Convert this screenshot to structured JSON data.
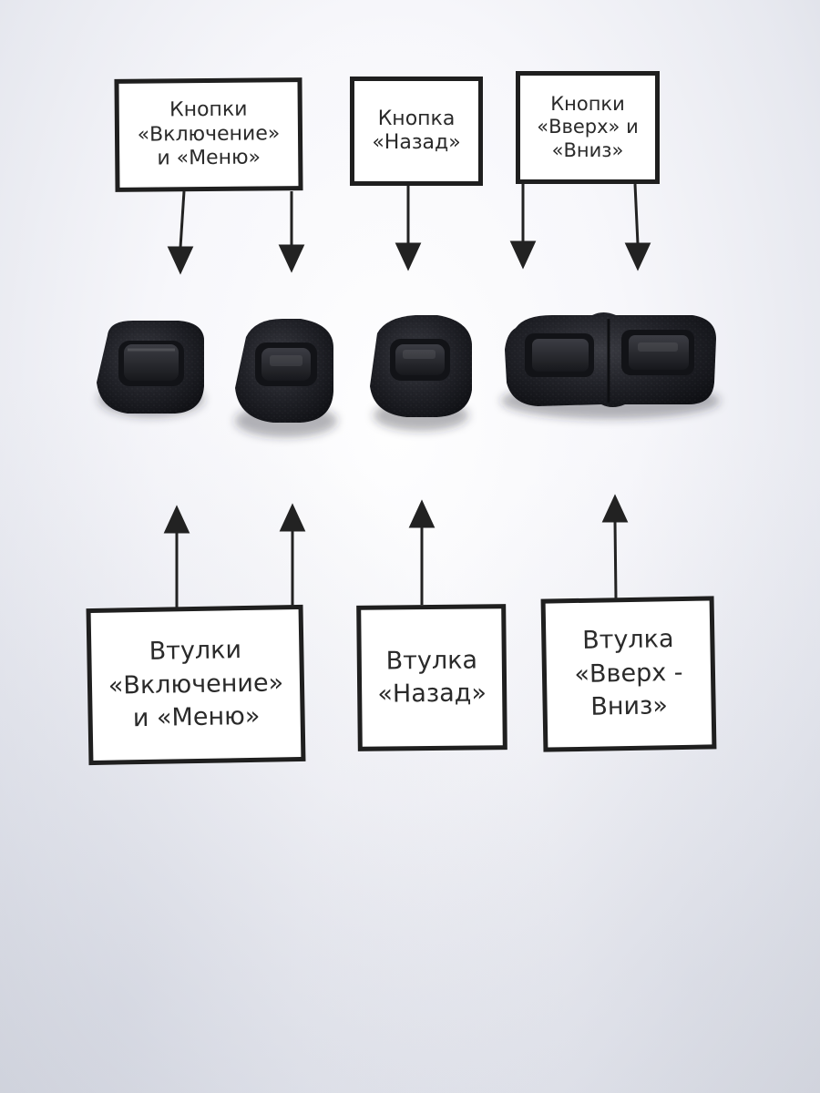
{
  "buttons_labels": [
    {
      "lines": [
        "Кнопки",
        "«Включение»",
        "и «Меню»"
      ]
    },
    {
      "lines": [
        "Кнопка",
        "«Назад»"
      ]
    },
    {
      "lines": [
        "Кнопки",
        "«Вверх» и",
        "«Вниз»"
      ]
    }
  ],
  "bushings_labels": [
    {
      "lines": [
        "Втулки",
        "«Включение»",
        "и «Меню»"
      ]
    },
    {
      "lines": [
        "Втулка",
        "«Назад»"
      ]
    },
    {
      "lines": [
        "Втулка",
        "«Вверх -",
        "Вниз»"
      ]
    }
  ],
  "colors": {
    "paper": "#f1f1f4",
    "ink": "#1f1f1f",
    "rubber": "#1c1d22"
  },
  "objects": [
    "power-button-part",
    "menu-button-part",
    "back-button-part",
    "up-down-button-part"
  ]
}
